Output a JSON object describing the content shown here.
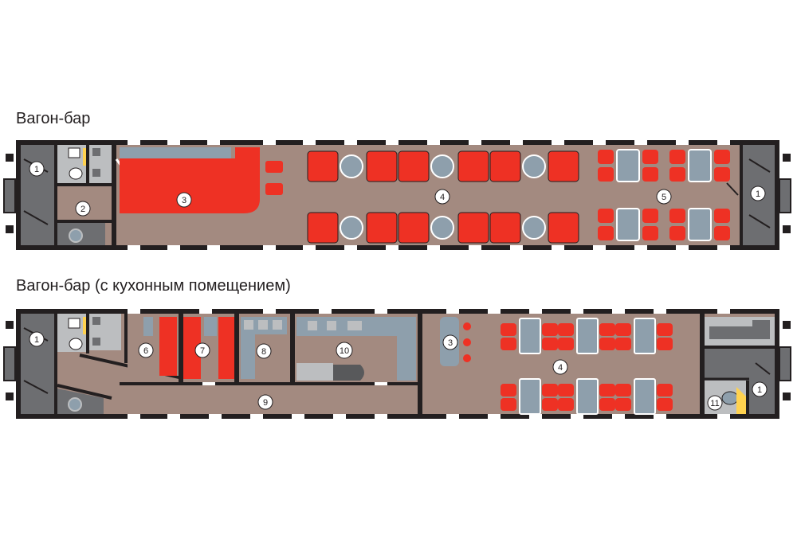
{
  "car1": {
    "title": "Вагон-бар",
    "labels": {
      "vestibule": "1",
      "toilet": "2",
      "bar": "3",
      "saloon": "4",
      "lounge": "5",
      "vestibule_end": "1"
    }
  },
  "car2": {
    "title": "Вагон-бар (с кухонным помещением)",
    "labels": {
      "vestibule": "1",
      "bar": "3",
      "saloon": "4",
      "room6": "6",
      "room7": "7",
      "room8": "8",
      "corridor": "9",
      "kitchen": "10",
      "room11": "11",
      "vestibule_end": "1"
    }
  },
  "colors": {
    "floor": "#a38a80",
    "wall": "#231f20",
    "vestibule": "#6d6e71",
    "red": "#ee3124",
    "table": "#8e9fac",
    "light": "#bcbec0"
  }
}
